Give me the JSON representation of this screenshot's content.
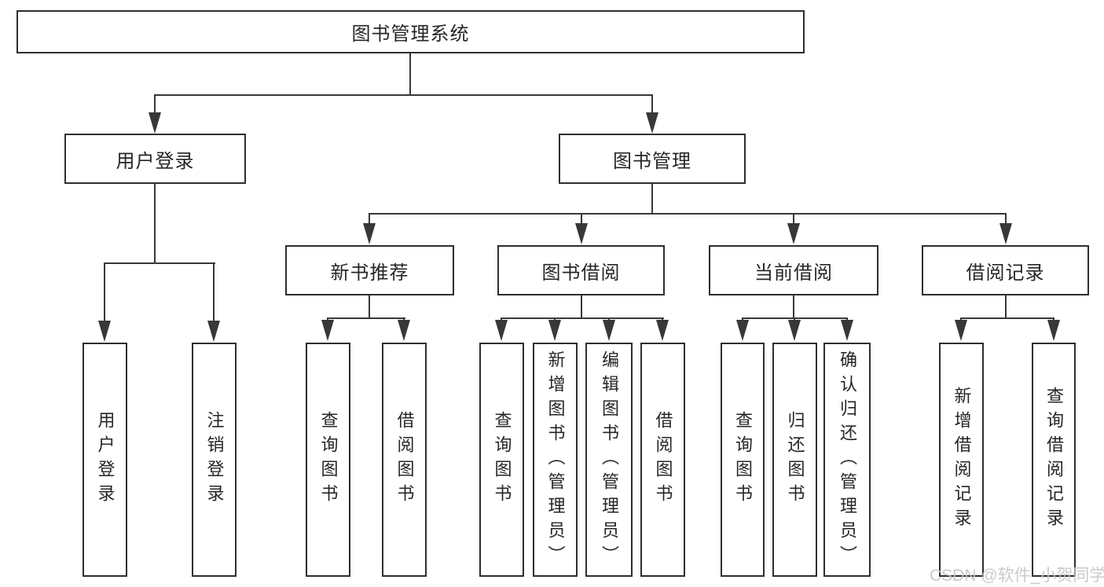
{
  "title": "图书管理系统",
  "watermark": "CSDN @软件_小贺同学",
  "colors": {
    "line": "#383838",
    "box_border": "#2e2e2e",
    "text": "#262626",
    "watermark": "#c6c6c6",
    "background": "#ffffff"
  },
  "tree": {
    "root": {
      "label": "图书管理系统"
    },
    "branches": [
      {
        "label": "用户登录",
        "children": [
          {
            "label": "用户登录"
          },
          {
            "label": "注销登录"
          }
        ]
      },
      {
        "label": "图书管理",
        "children": [
          {
            "label": "新书推荐",
            "children": [
              {
                "label": "查询图书"
              },
              {
                "label": "借阅图书"
              }
            ]
          },
          {
            "label": "图书借阅",
            "children": [
              {
                "label": "查询图书"
              },
              {
                "label": "新增图书（管理员）"
              },
              {
                "label": "编辑图书（管理员）"
              },
              {
                "label": "借阅图书"
              }
            ]
          },
          {
            "label": "当前借阅",
            "children": [
              {
                "label": "查询图书"
              },
              {
                "label": "归还图书"
              },
              {
                "label": "确认归还（管理员）"
              }
            ]
          },
          {
            "label": "借阅记录",
            "children": [
              {
                "label": "新增借阅记录"
              },
              {
                "label": "查询借阅记录"
              }
            ]
          }
        ]
      }
    ]
  }
}
